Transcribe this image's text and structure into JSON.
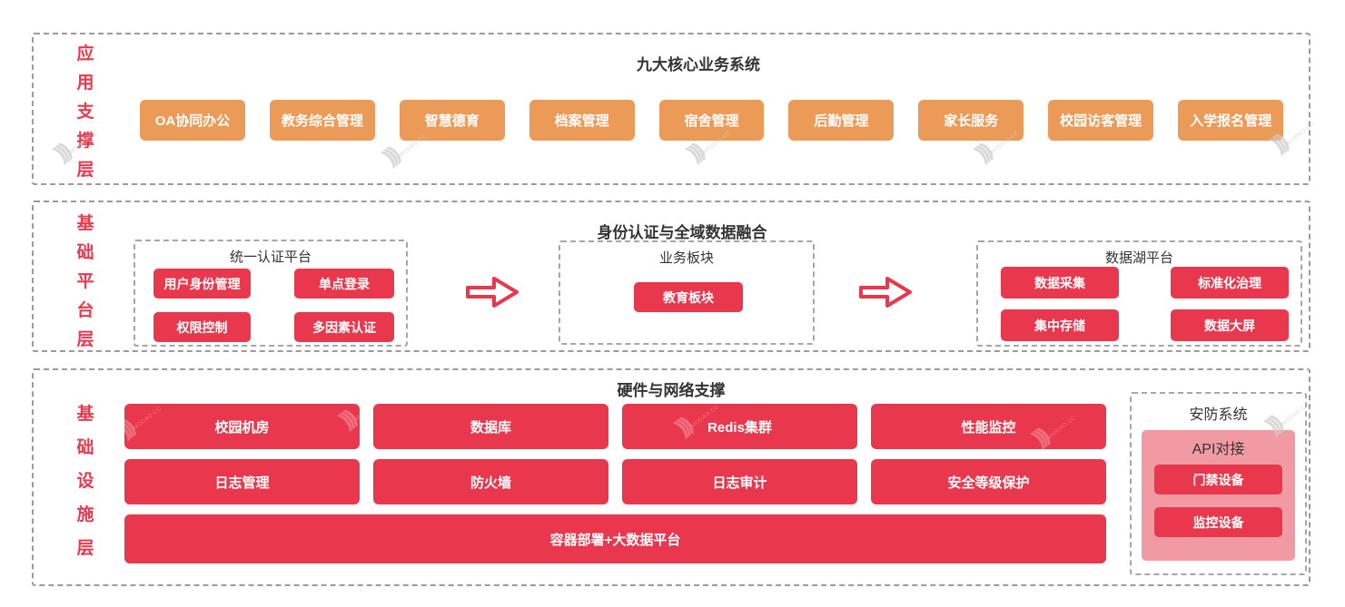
{
  "colors": {
    "accent_red": "#e9384e",
    "accent_orange": "#ec9a57",
    "panel_pink": "#f29aa4",
    "label_red": "#e9394f",
    "dash_gray": "#9b9b9b",
    "title_dark": "#333333"
  },
  "watermark": {
    "glyph": ")))",
    "text": "MODAO.CC"
  },
  "layers": {
    "app": {
      "label_chars": [
        "应",
        "用",
        "支",
        "撑",
        "层"
      ],
      "title": "九大核心业务系统",
      "systems": [
        "OA协同办公",
        "教务综合管理",
        "智慧德育",
        "档案管理",
        "宿舍管理",
        "后勤管理",
        "家长服务",
        "校园访客管理",
        "入学报名管理"
      ]
    },
    "platform": {
      "label_chars": [
        "基",
        "础",
        "平",
        "台",
        "层"
      ],
      "title": "身份认证与全域数据融合",
      "auth": {
        "title": "统一认证平台",
        "items": [
          "用户身份管理",
          "单点登录",
          "权限控制",
          "多因素认证"
        ]
      },
      "business": {
        "title": "业务板块",
        "items": [
          "教育板块"
        ]
      },
      "datalake": {
        "title": "数据湖平台",
        "items": [
          "数据采集",
          "标准化治理",
          "集中存储",
          "数据大屏"
        ]
      }
    },
    "infra": {
      "label_chars": [
        "基",
        "础",
        "设",
        "施",
        "层"
      ],
      "title": "硬件与网络支撑",
      "grid": [
        "校园机房",
        "数据库",
        "Redis集群",
        "性能监控",
        "日志管理",
        "防火墙",
        "日志审计",
        "安全等级保护"
      ],
      "wide": "容器部署+大数据平台",
      "security": {
        "title": "安防系统",
        "panel_title": "API对接",
        "items": [
          "门禁设备",
          "监控设备"
        ]
      }
    }
  }
}
